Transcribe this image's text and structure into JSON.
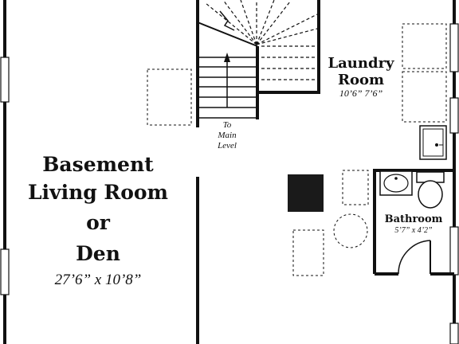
{
  "rooms": {
    "living": {
      "name_lines": [
        "Basement",
        "Living Room",
        "or",
        "Den"
      ],
      "dimensions": "27’6” x 10’8”"
    },
    "laundry": {
      "name_lines": [
        "Laundry",
        "Room"
      ],
      "dimensions": "10’6” 7’6”"
    },
    "bathroom": {
      "name": "Bathroom",
      "dimensions": "5’7” x 4’2”"
    }
  },
  "stairs": {
    "label_lines": [
      "To",
      "Main",
      "Level"
    ]
  },
  "colors": {
    "wall": "#111111",
    "background": "#ffffff",
    "column": "#1a1a1a"
  }
}
